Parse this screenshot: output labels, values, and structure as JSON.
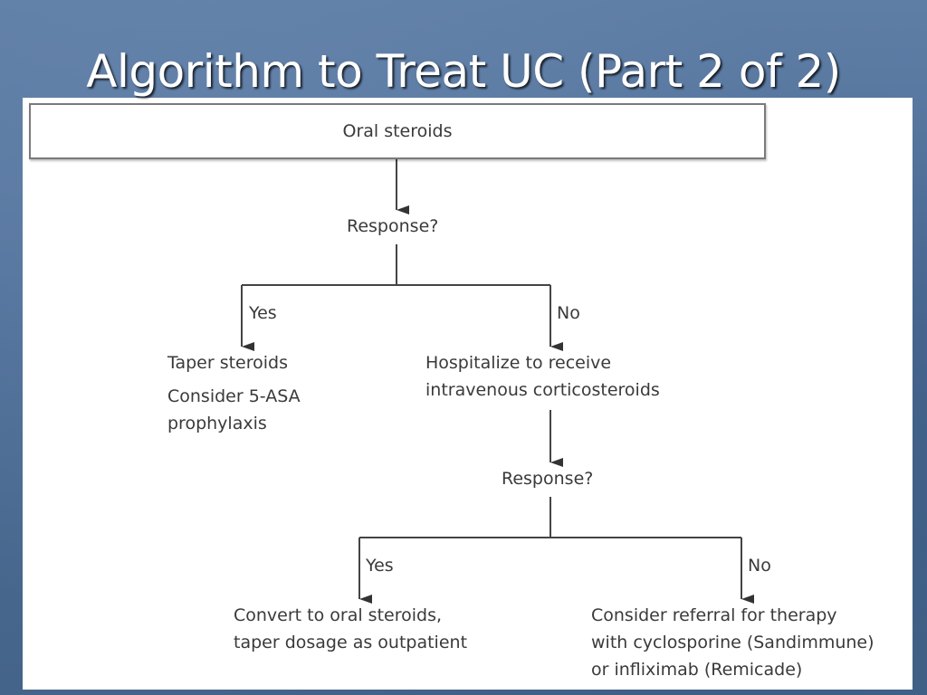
{
  "slide": {
    "title": "Algorithm to Treat UC (Part 2 of 2)"
  },
  "flowchart": {
    "start": "Oral steroids",
    "question_1": "Response?",
    "branch_1_yes": "Yes",
    "branch_1_no": "No",
    "yes_1": {
      "line_1": "Taper steroids",
      "line_2": "Consider 5-ASA",
      "line_3": "prophylaxis"
    },
    "no_1": {
      "line_1": "Hospitalize to receive",
      "line_2": "intravenous corticosteroids"
    },
    "question_2": "Response?",
    "branch_2_yes": "Yes",
    "branch_2_no": "No",
    "yes_2": {
      "line_1": "Convert to oral steroids,",
      "line_2": "taper dosage as outpatient"
    },
    "no_2": {
      "line_1": "Consider referral for therapy",
      "line_2": "with cyclosporine (Sandimmune)",
      "line_3": "or infliximab (Remicade)"
    }
  }
}
